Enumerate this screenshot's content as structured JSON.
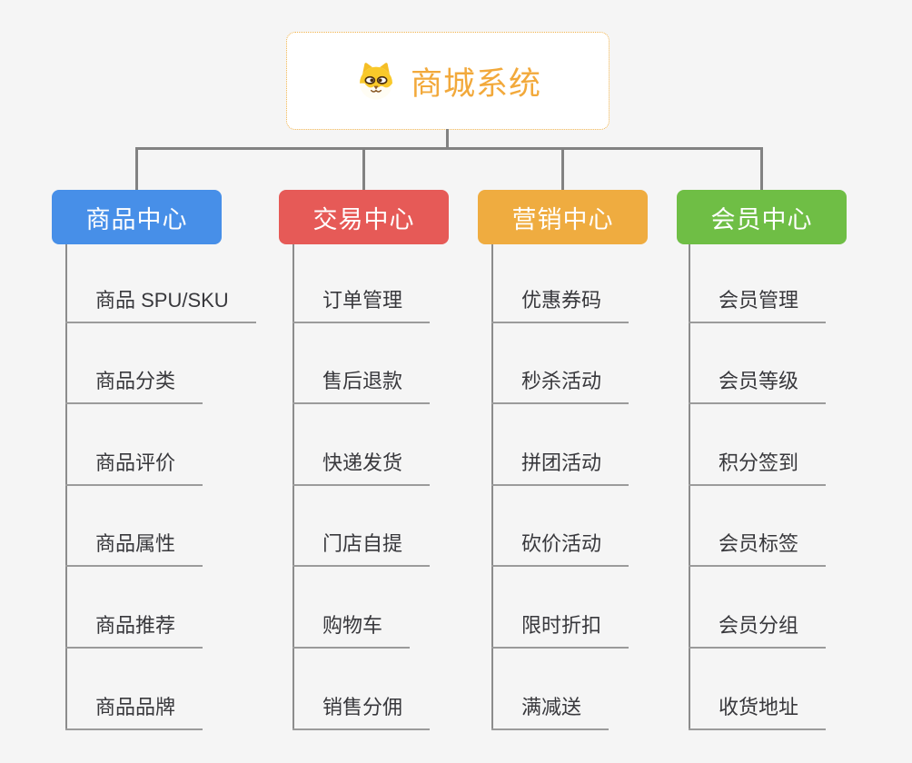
{
  "page": {
    "background": "#F5F5F5"
  },
  "root": {
    "title": "商城系统",
    "icon": "dog-face-icon",
    "title_color": "#F2A93B",
    "border_color": "#F0B24A"
  },
  "connectors": {
    "tree_line_color": "#828282",
    "branch_line_color": "#8C8C8C",
    "underline_color": "#9B9B9B"
  },
  "branches": [
    {
      "label": "商品中心",
      "color": "#478FE8",
      "items": [
        "商品 SPU/SKU",
        "商品分类",
        "商品评价",
        "商品属性",
        "商品推荐",
        "商品品牌"
      ]
    },
    {
      "label": "交易中心",
      "color": "#E65A57",
      "items": [
        "订单管理",
        "售后退款",
        "快递发货",
        "门店自提",
        "购物车",
        "销售分佣"
      ]
    },
    {
      "label": "营销中心",
      "color": "#EFAC40",
      "items": [
        "优惠券码",
        "秒杀活动",
        "拼团活动",
        "砍价活动",
        "限时折扣",
        "满减送"
      ]
    },
    {
      "label": "会员中心",
      "color": "#6FBE45",
      "items": [
        "会员管理",
        "会员等级",
        "积分签到",
        "会员标签",
        "会员分组",
        "收货地址"
      ]
    }
  ]
}
